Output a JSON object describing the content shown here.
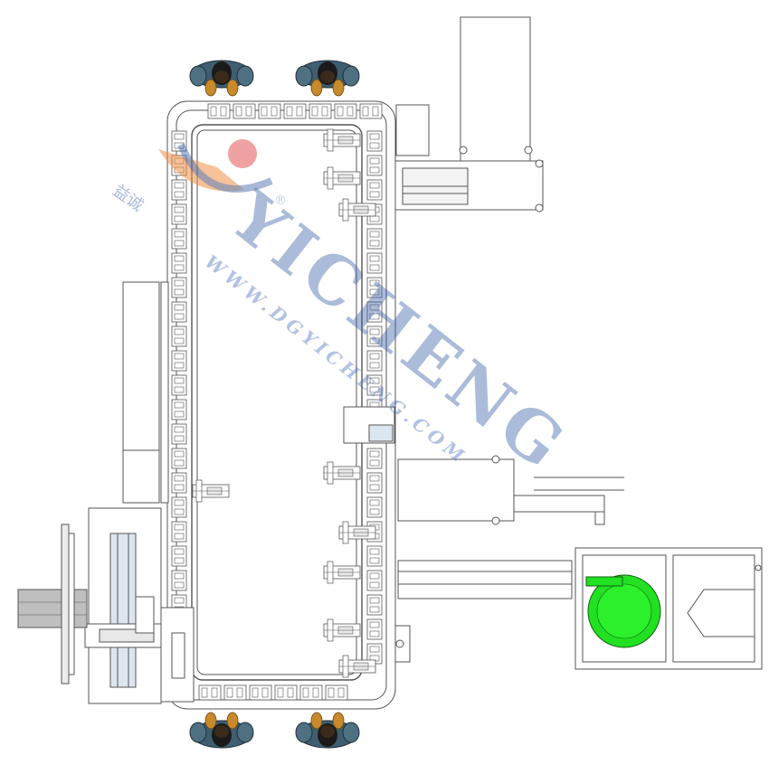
{
  "watermark": {
    "brand": "YICHENG",
    "website": "WWW.DGYICHENG.COM",
    "chinese": "益诚",
    "registered_mark": "®",
    "colors": {
      "blue": "#3a5fa8",
      "orange": "#f08a3c",
      "red": "#e03030"
    }
  },
  "drawing": {
    "line_color": "#555555",
    "operator_colors": {
      "shirt": "#3f5f70",
      "hair": "#1a1a1a",
      "skin": "#c88a2a"
    },
    "turntable_color": "#22e022"
  }
}
